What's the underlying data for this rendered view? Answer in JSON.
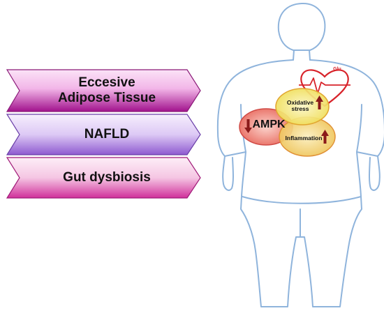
{
  "arrows": [
    {
      "label": "Eccesive\nAdipose Tissue",
      "top_color": "#f7c9ee",
      "bottom_color": "#a1128c"
    },
    {
      "label": "NAFLD",
      "top_color": "#efe3fb",
      "bottom_color": "#8e5ad0"
    },
    {
      "label": "Gut dysbiosis",
      "top_color": "#fbe0f1",
      "bottom_color": "#d0309a"
    }
  ],
  "body_figure": {
    "outline_color": "#8fb4dc",
    "heart_label": "Glu",
    "heart_color": "#d8232a",
    "circles": {
      "ampk": {
        "label": "AMPK",
        "fill": "#ee8a7e",
        "stroke": "#d04a45",
        "arrow_direction": "down"
      },
      "oxidative": {
        "label": "Oxidative stress",
        "fill": "#f3ea7a",
        "stroke": "#e1a52f",
        "arrow_direction": "up"
      },
      "inflammation": {
        "label": "Inflammation",
        "fill": "#f1d474",
        "stroke": "#e09035",
        "arrow_direction": "up"
      }
    },
    "arrow_color": "#8b1a1a"
  }
}
